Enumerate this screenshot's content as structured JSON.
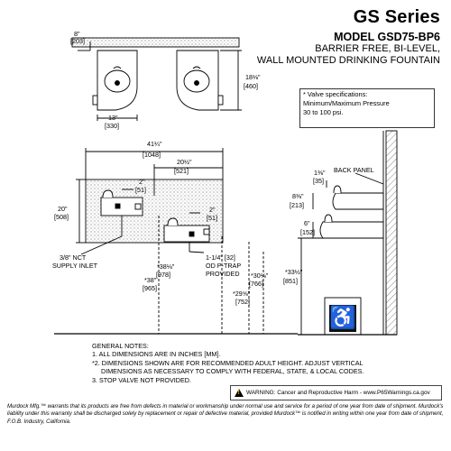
{
  "header": {
    "series": "GS Series",
    "model": "MODEL GSD75-BP6",
    "line1": "BARRIER FREE, BI-LEVEL,",
    "line2": "WALL MOUNTED DRINKING FOUNTAIN"
  },
  "spec_box": {
    "line1": "* Valve specifications:",
    "line2": "Minimum/Maximum Pressure",
    "line3": "30 to 100 psi."
  },
  "top_view": {
    "dim_8": "8\"",
    "dim_8_mm": "[203]",
    "dim_13": "13\"",
    "dim_13_mm": "[330]",
    "dim_18": "18⅛\"",
    "dim_18_mm": "[460]"
  },
  "front_view": {
    "dim_41": "41¼\"",
    "dim_41_mm": "[1048]",
    "dim_20r": "20½\"",
    "dim_20r_mm": "[521]",
    "dim_2a": "2\"",
    "dim_2a_mm": "[51]",
    "dim_2b": "2\"",
    "dim_2b_mm": "[51]",
    "dim_20": "20\"",
    "dim_20_mm": "[508]",
    "label_nct": "3/8\" NCT",
    "label_supply": "SUPPLY INLET",
    "label_ptrap1": "1-1/4\" [32]",
    "label_ptrap2": "OD P-TRAP",
    "label_ptrap3": "PROVIDED",
    "dim_38a": "*38⅛\"",
    "dim_38a_mm": "[978]",
    "dim_38": "*38\"",
    "dim_38_mm": "[965]",
    "dim_30": "*30⅛\"",
    "dim_30_mm": "[766]",
    "dim_29": "*29⅝\"",
    "dim_29_mm": "[752]"
  },
  "side_view": {
    "dim_1": "1⅜\"",
    "dim_1_mm": "[35]",
    "label_back": "BACK PANEL",
    "dim_8": "8⅜\"",
    "dim_8_mm": "[213]",
    "dim_6": "6\"",
    "dim_6_mm": "[152]",
    "dim_33": "*33½\"",
    "dim_33_mm": "[851]"
  },
  "notes": {
    "title": "GENERAL NOTES:",
    "n1": "1. ALL DIMENSIONS ARE IN INCHES [MM].",
    "n2a": "*2. DIMENSIONS SHOWN ARE FOR RECOMMENDED ADULT HEIGHT. ADJUST VERTICAL",
    "n2b": "DIMENSIONS AS NECESSARY TO COMPLY WITH FEDERAL, STATE, & LOCAL CODES.",
    "n3": "3. STOP VALVE NOT PROVIDED."
  },
  "warning": "WARNING: Cancer and Reproductive Harm - www.P65Warnings.ca.gov",
  "warranty": "Murdock Mfg.™ warrants that its products are free from defects in material or workmanship under normal use and service for a period of one year from date of shipment. Murdock's liability under this warranty shall be discharged solely by replacement or repair of defective material, provided Murdock™ is notified in writing within one year from date of shipment, F.O.B. Industry, California.",
  "icons": {
    "accessibility": "wheelchair-icon",
    "warning": "warning-triangle-icon"
  },
  "colors": {
    "line": "#000000",
    "hatch": "#555555",
    "warning_yellow": "#f2c200"
  }
}
